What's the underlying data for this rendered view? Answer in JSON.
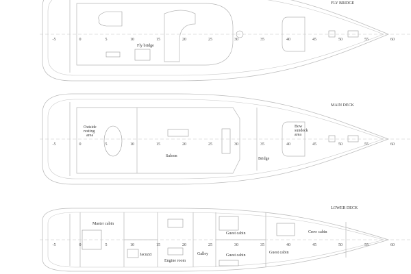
{
  "decks": [
    {
      "title": "FLY BRIDGE",
      "rooms": [
        "Fly bridge"
      ]
    },
    {
      "title": "MAIN DECK",
      "rooms": [
        "Outside",
        "resting",
        "area",
        "Saloon",
        "Bridge",
        "Bow",
        "sundeck",
        "area"
      ]
    },
    {
      "title": "LOWER DECK",
      "rooms": [
        "Master cabin",
        "Jacuzzi",
        "Engine room",
        "Galley",
        "Guest cabin",
        "Guest cabin",
        "Guest cabin",
        "Crew cabin"
      ]
    }
  ],
  "scale_ticks": [
    "-5",
    "0",
    "5",
    "10",
    "15",
    "20",
    "25",
    "30",
    "35",
    "40",
    "45",
    "50",
    "55",
    "60"
  ],
  "colors": {
    "line": "#bdbdbd",
    "text": "#333333"
  }
}
